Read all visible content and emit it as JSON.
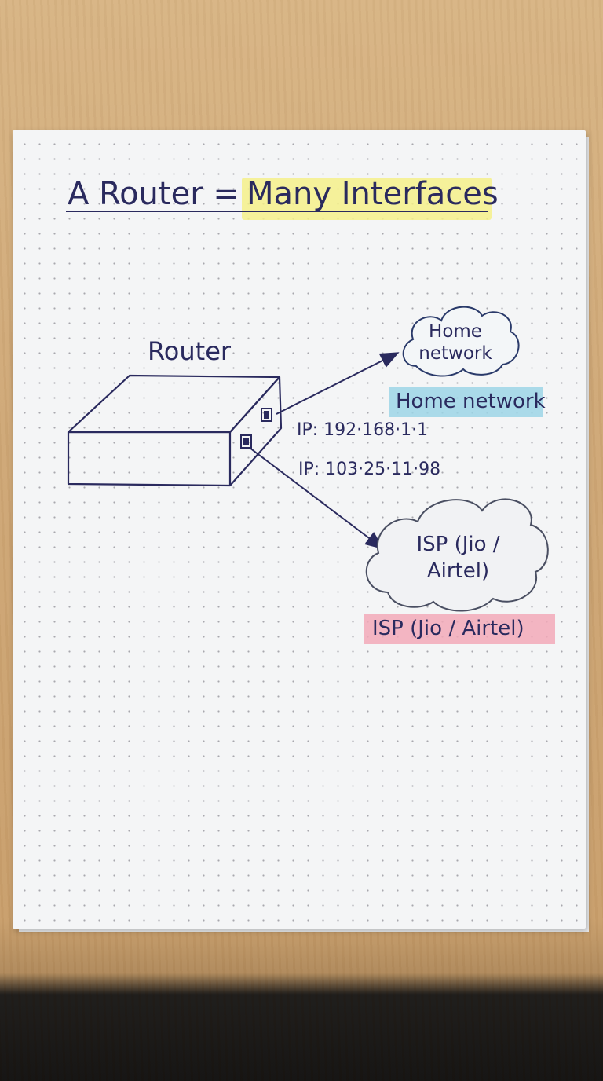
{
  "title": {
    "left": "A Router =",
    "right": "Many Interfaces"
  },
  "router": {
    "label": "Router"
  },
  "home_network": {
    "cloud_text": "Home network",
    "label": "Home network",
    "ip": "IP: 192·168·1·1"
  },
  "isp": {
    "cloud_text": "ISP (Jio / Airtel)",
    "label": "ISP (Jio / Airtel)",
    "ip": "IP: 103·25·11·98"
  },
  "colors": {
    "ink": "#2a2a5e",
    "title_highlight": "#f4f08a",
    "home_highlight": "#9cd5e6",
    "isp_highlight": "#f2a9b9"
  }
}
